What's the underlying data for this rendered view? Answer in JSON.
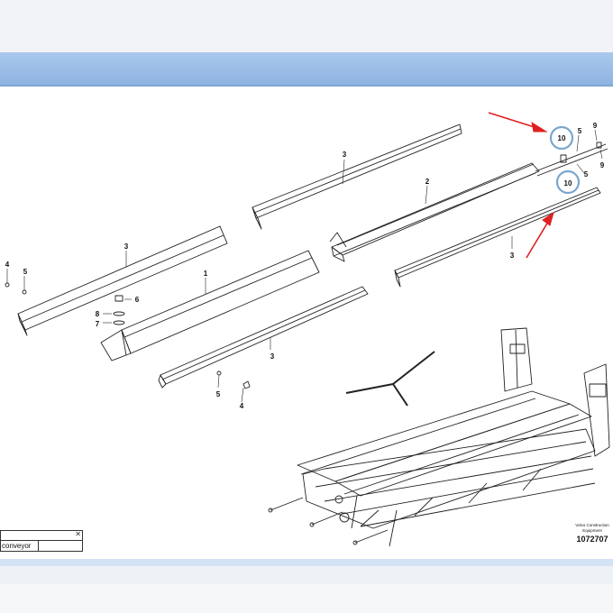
{
  "drawing": {
    "callouts": {
      "c1": "1",
      "c2": "2",
      "c3a": "3",
      "c3b": "3",
      "c3c": "3",
      "c3d": "3",
      "c4a": "4",
      "c4b": "4",
      "c5a": "5",
      "c5b": "5",
      "c5c": "5",
      "c5d": "5",
      "c6": "6",
      "c7": "7",
      "c8": "8",
      "c9a": "9",
      "c9b": "9",
      "c10a": "10",
      "c10b": "10"
    },
    "highlight_color": "#7aa6cc",
    "arrow_color": "#e02020"
  },
  "title_block": {
    "close_glyph": "✕",
    "cell_text": "conveyor"
  },
  "stamp": {
    "line1": "Volvo Construction",
    "line2": "Equipment",
    "number": "1072707"
  }
}
